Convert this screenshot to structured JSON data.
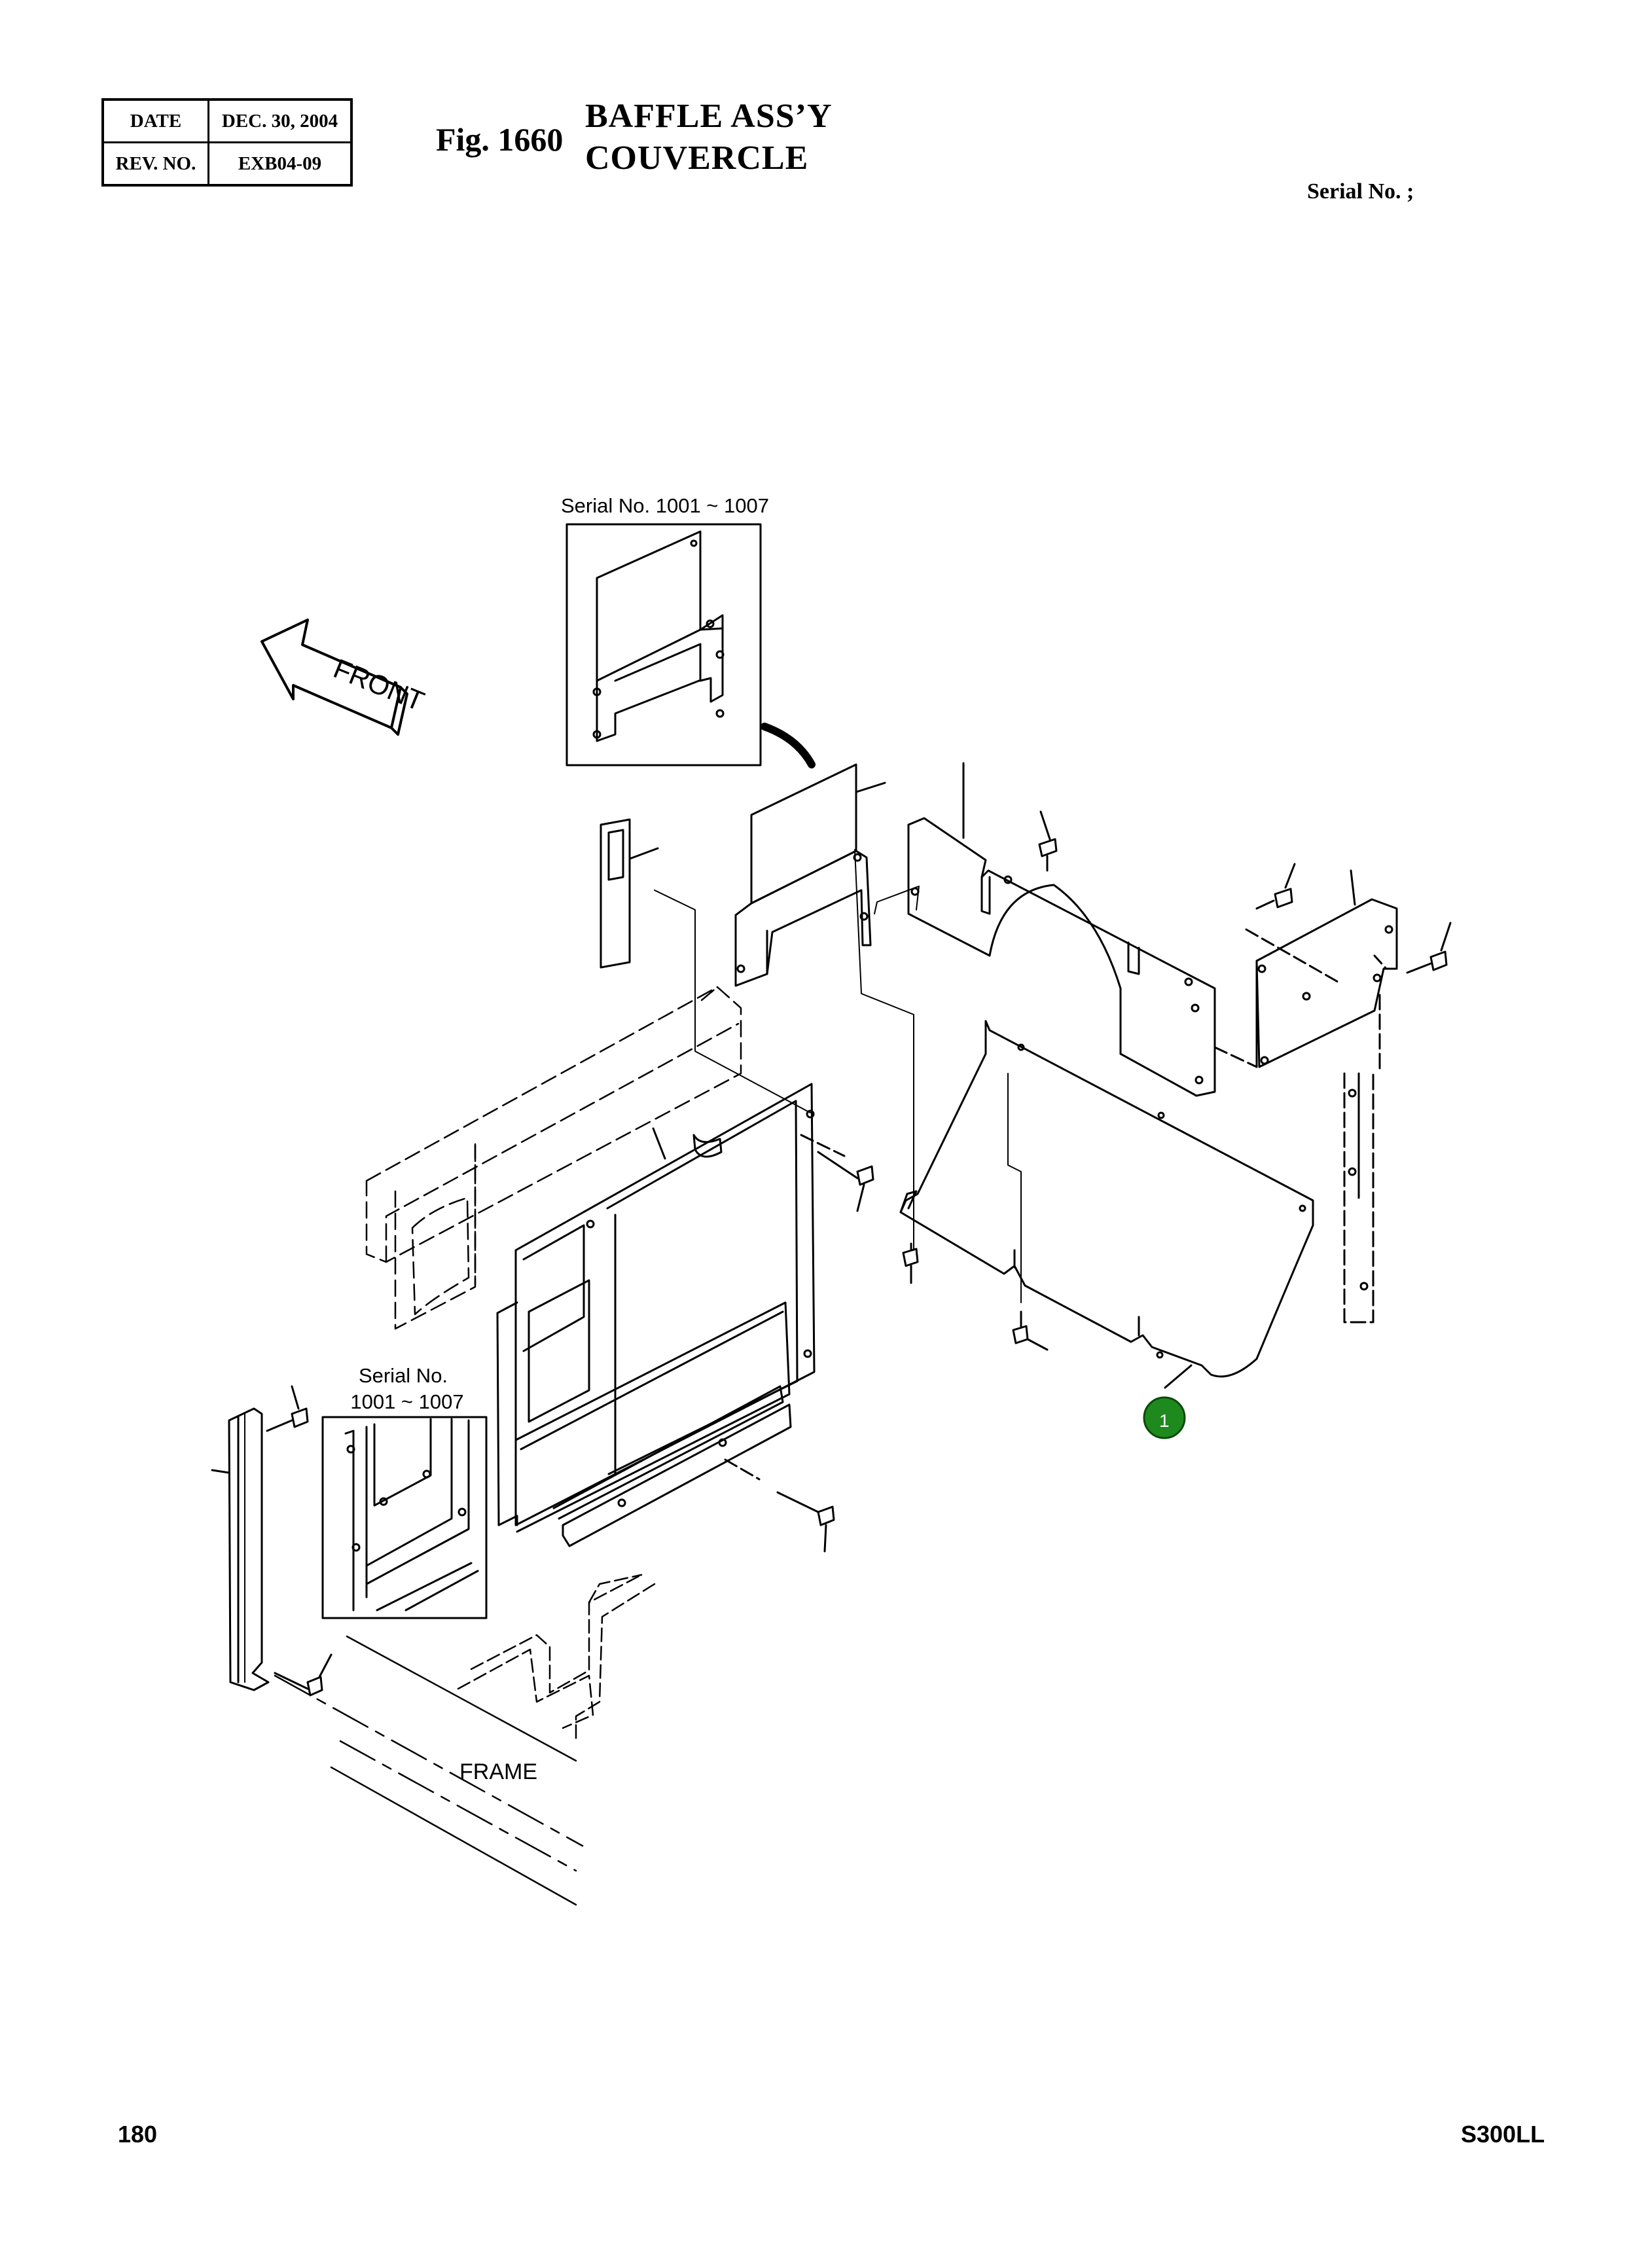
{
  "header": {
    "date_label": "DATE",
    "date_value": "DEC. 30, 2004",
    "rev_label": "REV. NO.",
    "rev_value": "EXB04-09",
    "fig_number": "Fig. 1660",
    "title_en": "BAFFLE ASS’Y",
    "title_fr": "COUVERCLE",
    "serial_label": "Serial No. ;"
  },
  "drawing": {
    "detail_top_label": "Serial No. 1001 ~ 1007",
    "detail_left_label_1": "Serial No.",
    "detail_left_label_2": "1001 ~ 1007",
    "front_arrow_label": "FRONT",
    "frame_label": "FRAME",
    "callout_1": "1",
    "callout_color": "#1e8a1e"
  },
  "footer": {
    "page_number": "180",
    "model": "S300LL"
  }
}
